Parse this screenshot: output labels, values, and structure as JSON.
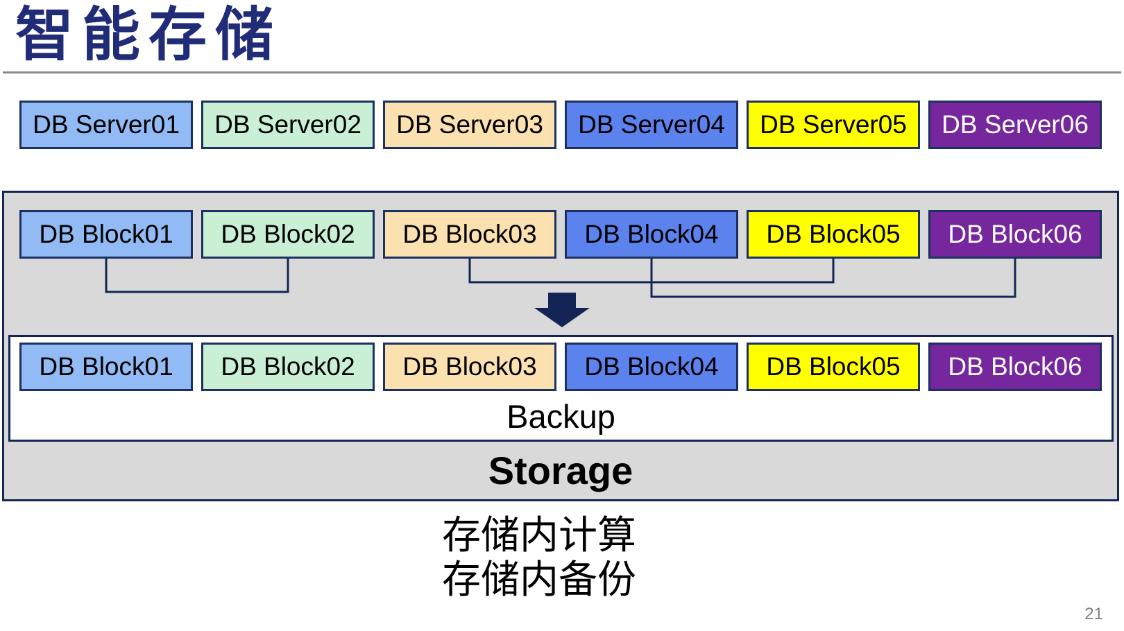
{
  "title": "智能存储",
  "palette": {
    "title_color": "#202C78",
    "divider_color": "#8A8A8A",
    "box_border": "#1C3061",
    "connector": "#132554",
    "storage_fill": "#D9D9D9",
    "backup_fill": "#FFFFFF",
    "page_number_color": "#7F7F7F",
    "column_colors": [
      "#92BAF5",
      "#C9F0D5",
      "#FBE0B0",
      "#5C82EE",
      "#FFFF00",
      "#76279D"
    ]
  },
  "server_row": {
    "items": [
      {
        "label": "DB Server01",
        "bg": "#92BAF5",
        "fg": "#000000"
      },
      {
        "label": "DB Server02",
        "bg": "#C9F0D5",
        "fg": "#000000"
      },
      {
        "label": "DB Server03",
        "bg": "#FBE0B0",
        "fg": "#000000"
      },
      {
        "label": "DB Server04",
        "bg": "#5C82EE",
        "fg": "#000000"
      },
      {
        "label": "DB Server05",
        "bg": "#FFFF00",
        "fg": "#000000"
      },
      {
        "label": "DB Server06",
        "bg": "#76279D",
        "fg": "#FFFFFF"
      }
    ]
  },
  "storage_panel": {
    "label": "Storage",
    "source_blocks": {
      "items": [
        {
          "label": "DB Block01",
          "bg": "#92BAF5",
          "fg": "#000000"
        },
        {
          "label": "DB Block02",
          "bg": "#C9F0D5",
          "fg": "#000000"
        },
        {
          "label": "DB Block03",
          "bg": "#FBE0B0",
          "fg": "#000000"
        },
        {
          "label": "DB Block04",
          "bg": "#5C82EE",
          "fg": "#000000"
        },
        {
          "label": "DB Block05",
          "bg": "#FFFF00",
          "fg": "#000000"
        },
        {
          "label": "DB Block06",
          "bg": "#76279D",
          "fg": "#FFFFFF"
        }
      ]
    },
    "backup_box": {
      "label": "Backup",
      "blocks": {
        "items": [
          {
            "label": "DB Block01",
            "bg": "#92BAF5",
            "fg": "#000000"
          },
          {
            "label": "DB Block02",
            "bg": "#C9F0D5",
            "fg": "#000000"
          },
          {
            "label": "DB Block03",
            "bg": "#FBE0B0",
            "fg": "#000000"
          },
          {
            "label": "DB Block04",
            "bg": "#5C82EE",
            "fg": "#000000"
          },
          {
            "label": "DB Block05",
            "bg": "#FFFF00",
            "fg": "#000000"
          },
          {
            "label": "DB Block06",
            "bg": "#76279D",
            "fg": "#FFFFFF"
          }
        ]
      }
    }
  },
  "caption": {
    "line1": "存储内计算",
    "line2": "存储内备份"
  },
  "page_number": "21"
}
